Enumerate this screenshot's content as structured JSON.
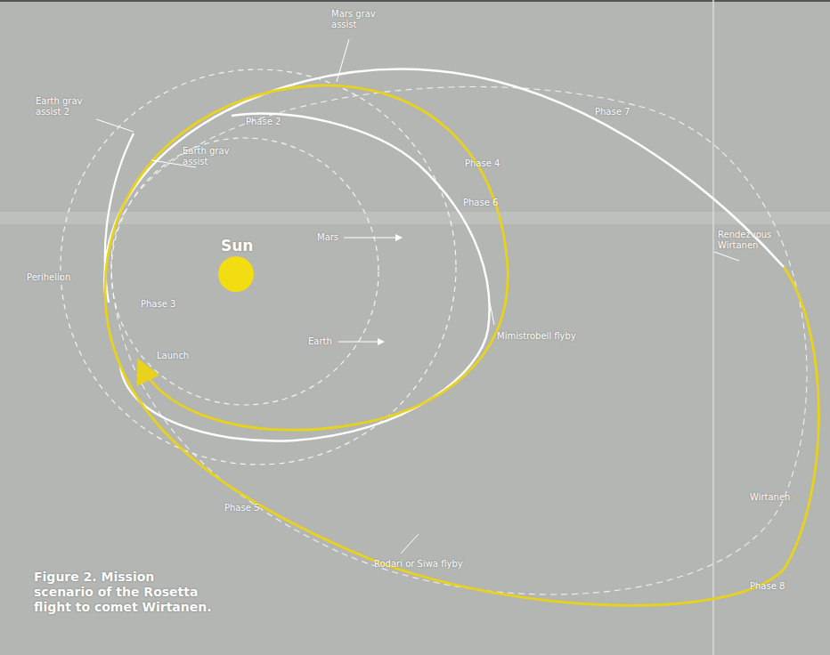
{
  "diagram": {
    "caption": "Figure 2. Mission scenario of the Rosetta flight to comet Wirtanen.",
    "labels": [
      "Mars grav assist",
      "Earth grav assist 2",
      "Earth grav assist",
      "Sun",
      "Mars",
      "Earth",
      "Perihelion",
      "Phase 3",
      "Launch",
      "Phase 2",
      "Phase 4",
      "Phase 6",
      "Phase 7",
      "Rendezvous Wirtanen",
      "Mimistrobell flyby",
      "Wirtanen",
      "Phase 5",
      "Rodari or Siwa flyby",
      "Phase 8"
    ]
  }
}
